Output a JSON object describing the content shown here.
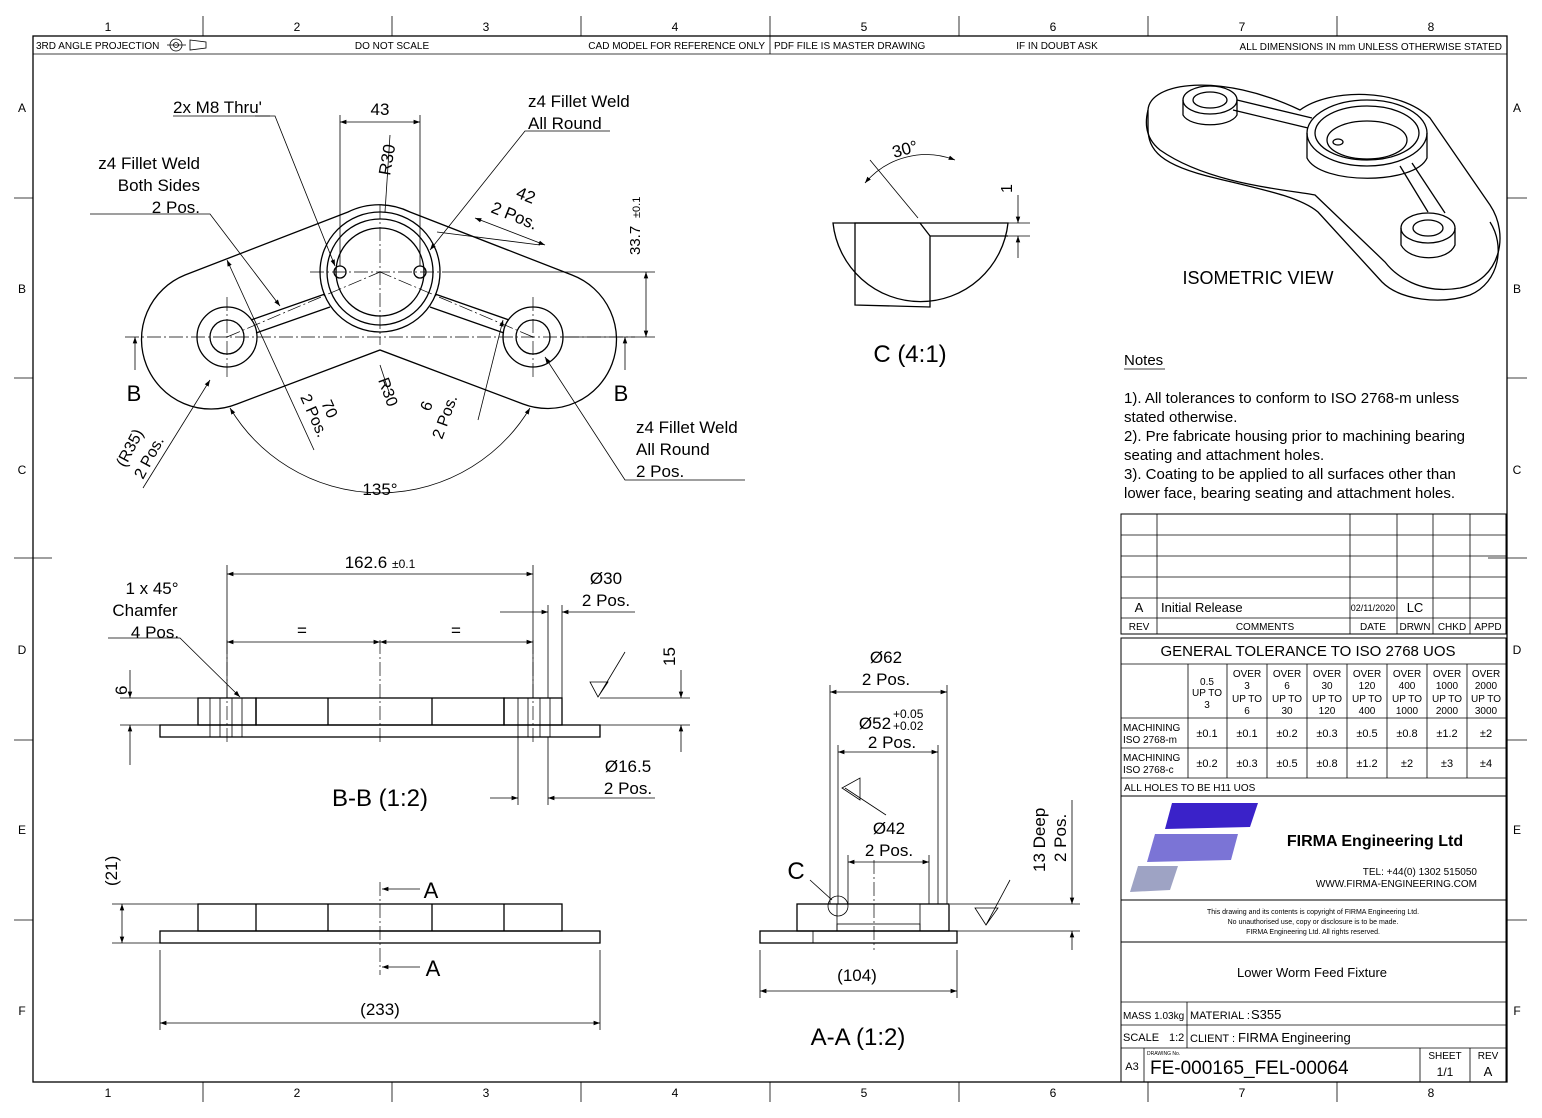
{
  "zone_columns": [
    "1",
    "2",
    "3",
    "4",
    "5",
    "6",
    "7",
    "8"
  ],
  "zone_rows": [
    "A",
    "B",
    "C",
    "D",
    "E",
    "F"
  ],
  "header_notes": {
    "projection": "3RD ANGLE PROJECTION",
    "scale_note": "DO NOT SCALE",
    "cad_note": "CAD MODEL FOR REFERENCE ONLY",
    "pdf_note": "PDF FILE IS MASTER DRAWING",
    "doubt_note": "IF IN DOUBT ASK",
    "dims_note": "ALL DIMENSIONS IN mm UNLESS OTHERWISE STATED"
  },
  "plan_view": {
    "thru_holes": "2x M8 Thru'",
    "weld_top_1": "z4 Fillet Weld",
    "weld_top_2": "All Round",
    "weld_left_1": "z4 Fillet Weld",
    "weld_left_2": "Both Sides",
    "weld_left_3": "2 Pos.",
    "dim_43": "43",
    "dim_r30_top": "R30",
    "dim_42": "42",
    "dim_42_pos": "2 Pos.",
    "dim_33_7": "33.7",
    "dim_33_7_tol": "±0.1",
    "section_b_left": "B",
    "section_b_right": "B",
    "dim_r35": "(R35)",
    "dim_r35_pos": "2 Pos.",
    "dim_70": "70",
    "dim_70_pos": "2 Pos.",
    "dim_r30_bottom": "R30",
    "dim_6": "6",
    "dim_6_pos": "2 Pos.",
    "weld_right_1": "z4 Fillet Weld",
    "weld_right_2": "All Round",
    "weld_right_3": "2 Pos.",
    "dim_135": "135°"
  },
  "detail_c": {
    "angle": "30°",
    "dim_1": "1",
    "label": "C (4:1)"
  },
  "isometric": {
    "label": "ISOMETRIC VIEW"
  },
  "notes": {
    "heading": "Notes",
    "lines": [
      "1). All tolerances to conform to ISO 2768-m unless",
      "stated otherwise.",
      "2). Pre fabricate housing prior to machining bearing",
      "seating and attachment holes.",
      "3). Coating to be applied to all surfaces other than",
      "lower face, bearing seating and attachment holes."
    ]
  },
  "section_bb": {
    "chamfer_1": "1 x 45°",
    "chamfer_2": "Chamfer",
    "chamfer_3": "4 Pos.",
    "dim_162_6": "162.6",
    "dim_162_6_tol": "±0.1",
    "equal_left": "=",
    "equal_right": "=",
    "dim_d30": "Ø30",
    "dim_d30_pos": "2 Pos.",
    "dim_15": "15",
    "dim_6": "6",
    "dim_d16_5": "Ø16.5",
    "dim_d16_5_pos": "2 Pos.",
    "label": "B-B (1:2)"
  },
  "front_view": {
    "dim_21": "(21)",
    "section_a_top": "A",
    "section_a_bottom": "A",
    "dim_233": "(233)"
  },
  "section_aa": {
    "dim_d62": "Ø62",
    "dim_d62_pos": "2 Pos.",
    "dim_d52": "Ø52",
    "dim_d52_tol_upper": "+0.05",
    "dim_d52_tol_lower": "+0.02",
    "dim_d52_pos": "2 Pos.",
    "dim_d42": "Ø42",
    "dim_d42_pos": "2 Pos.",
    "dim_13_deep": "13 Deep",
    "dim_13_pos": "2 Pos.",
    "detail_c_marker": "C",
    "dim_104": "(104)",
    "label": "A-A (1:2)"
  },
  "revision_table": {
    "row": {
      "rev": "A",
      "comment": "Initial Release",
      "date": "02/11/2020",
      "drawn": "LC",
      "checked": "",
      "approved": ""
    },
    "headers": {
      "rev": "REV",
      "comments": "COMMENTS",
      "date": "DATE",
      "drawn": "DRWN",
      "checked": "CHKD",
      "approved": "APPD"
    }
  },
  "tolerance_table": {
    "title": "GENERAL TOLERANCE TO ISO 2768 UOS",
    "ranges": [
      [
        "0.5",
        "UP TO",
        "3"
      ],
      [
        "OVER",
        "3",
        "UP TO",
        "6"
      ],
      [
        "OVER",
        "6",
        "UP TO",
        "30"
      ],
      [
        "OVER",
        "30",
        "UP TO",
        "120"
      ],
      [
        "OVER",
        "120",
        "UP TO",
        "400"
      ],
      [
        "OVER",
        "400",
        "UP TO",
        "1000"
      ],
      [
        "OVER",
        "1000",
        "UP TO",
        "2000"
      ],
      [
        "OVER",
        "2000",
        "UP TO",
        "3000"
      ]
    ],
    "rows": [
      {
        "label_1": "MACHINING",
        "label_2": "ISO 2768-m",
        "values": [
          "±0.1",
          "±0.1",
          "±0.2",
          "±0.3",
          "±0.5",
          "±0.8",
          "±1.2",
          "±2"
        ]
      },
      {
        "label_1": "MACHINING",
        "label_2": "ISO 2768-c",
        "values": [
          "±0.2",
          "±0.3",
          "±0.5",
          "±0.8",
          "±1.2",
          "±2",
          "±3",
          "±4"
        ]
      }
    ],
    "holes_note": "ALL HOLES TO BE H11 UOS"
  },
  "company": {
    "name": "FIRMA Engineering Ltd",
    "tel": "TEL: +44(0) 1302 515050",
    "web": "WWW.FIRMA-ENGINEERING.COM",
    "copyright_1": "This drawing and its contents is copyright of FIRMA Engineering Ltd.",
    "copyright_2": "No unauthorised use, copy or disclosure is to be made.",
    "copyright_3": "FIRMA Engineering Ltd. All rights reserved.",
    "logo_colors": [
      "#3a22c9",
      "#7b74d6",
      "#9ea3c4"
    ]
  },
  "title_block": {
    "title": "Lower Worm Feed Fixture",
    "mass": "MASS 1.03kg",
    "material_label": "MATERIAL :",
    "material": "S355",
    "scale_label": "SCALE",
    "scale": "1:2",
    "client_label": "CLIENT :",
    "client": "FIRMA Engineering",
    "sheet_size": "A3",
    "drawing_no_label": "DRAWING No.",
    "drawing_no": "FE-000165_FEL-00064",
    "sheet_label": "SHEET",
    "sheet": "1/1",
    "rev_label": "REV",
    "rev": "A"
  }
}
